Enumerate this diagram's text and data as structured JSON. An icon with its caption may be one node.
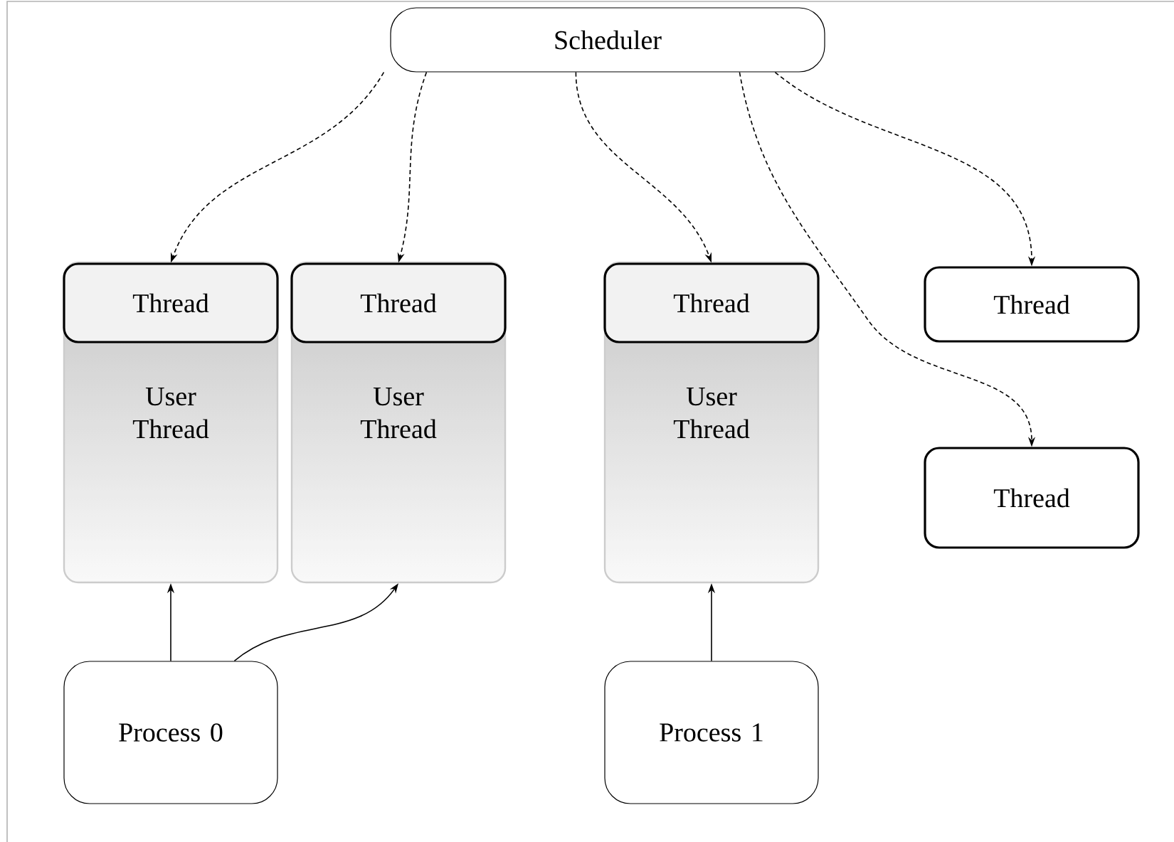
{
  "diagram": {
    "nodes": [
      {
        "text": [
          "Scheduler"
        ]
      },
      {
        "text": [
          "User Thread"
        ]
      },
      {
        "text": [
          "Thread"
        ],
        "in": 1
      },
      {
        "text": [
          "User Thread"
        ]
      },
      {
        "text": [
          "Thread"
        ],
        "in": 3
      },
      {
        "text": [
          "User Thread"
        ]
      },
      {
        "text": [
          "Thread"
        ],
        "in": 5
      },
      {
        "text": [
          "Thread"
        ]
      },
      {
        "text": [
          "Thread"
        ]
      },
      {
        "text": [
          "Process 0"
        ]
      },
      {
        "text": [
          "Process 1"
        ]
      }
    ],
    "edges": [
      {
        "from": 0,
        "to": 2,
        "arrow": "to",
        "style": "dashed"
      },
      {
        "from": 0,
        "to": 4,
        "arrow": "to",
        "style": "dashed"
      },
      {
        "from": 0,
        "to": 6,
        "arrow": "to",
        "style": "dashed"
      },
      {
        "from": 0,
        "to": 7,
        "arrow": "to",
        "style": "dashed"
      },
      {
        "from": 0,
        "to": 8,
        "arrow": "to",
        "style": "dashed"
      },
      {
        "from": 9,
        "to": 1,
        "arrow": "to"
      },
      {
        "from": 9,
        "to": 3,
        "arrow": "to"
      },
      {
        "from": 10,
        "to": 5,
        "arrow": "to"
      }
    ]
  }
}
